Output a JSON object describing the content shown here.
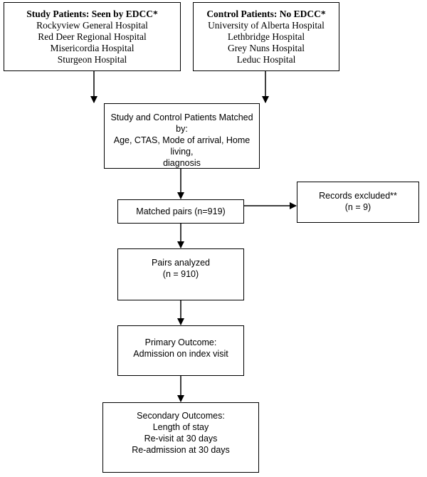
{
  "study_box": {
    "title": "Study Patients: Seen by EDCC*",
    "lines": [
      "Rockyview General Hospital",
      "Red Deer Regional Hospital",
      "Misericordia Hospital",
      "Sturgeon Hospital"
    ]
  },
  "control_box": {
    "title": "Control Patients: No EDCC*",
    "lines": [
      "University of Alberta Hospital",
      "Lethbridge Hospital",
      "Grey Nuns Hospital",
      "Leduc Hospital"
    ]
  },
  "matching_box": {
    "lines": [
      "Study and Control Patients Matched by:",
      "Age, CTAS, Mode of arrival, Home living,",
      "diagnosis"
    ]
  },
  "matched_pairs_box": {
    "text": "Matched pairs (n=919)"
  },
  "excluded_box": {
    "lines": [
      "Records excluded**",
      "(n = 9)"
    ]
  },
  "analyzed_box": {
    "lines": [
      "Pairs analyzed",
      "(n = 910)"
    ]
  },
  "primary_box": {
    "lines": [
      "Primary Outcome:",
      "Admission on index visit"
    ]
  },
  "secondary_box": {
    "lines": [
      "Secondary Outcomes:",
      "Length of stay",
      "Re-visit at 30 days",
      "Re-admission at 30 days"
    ]
  }
}
